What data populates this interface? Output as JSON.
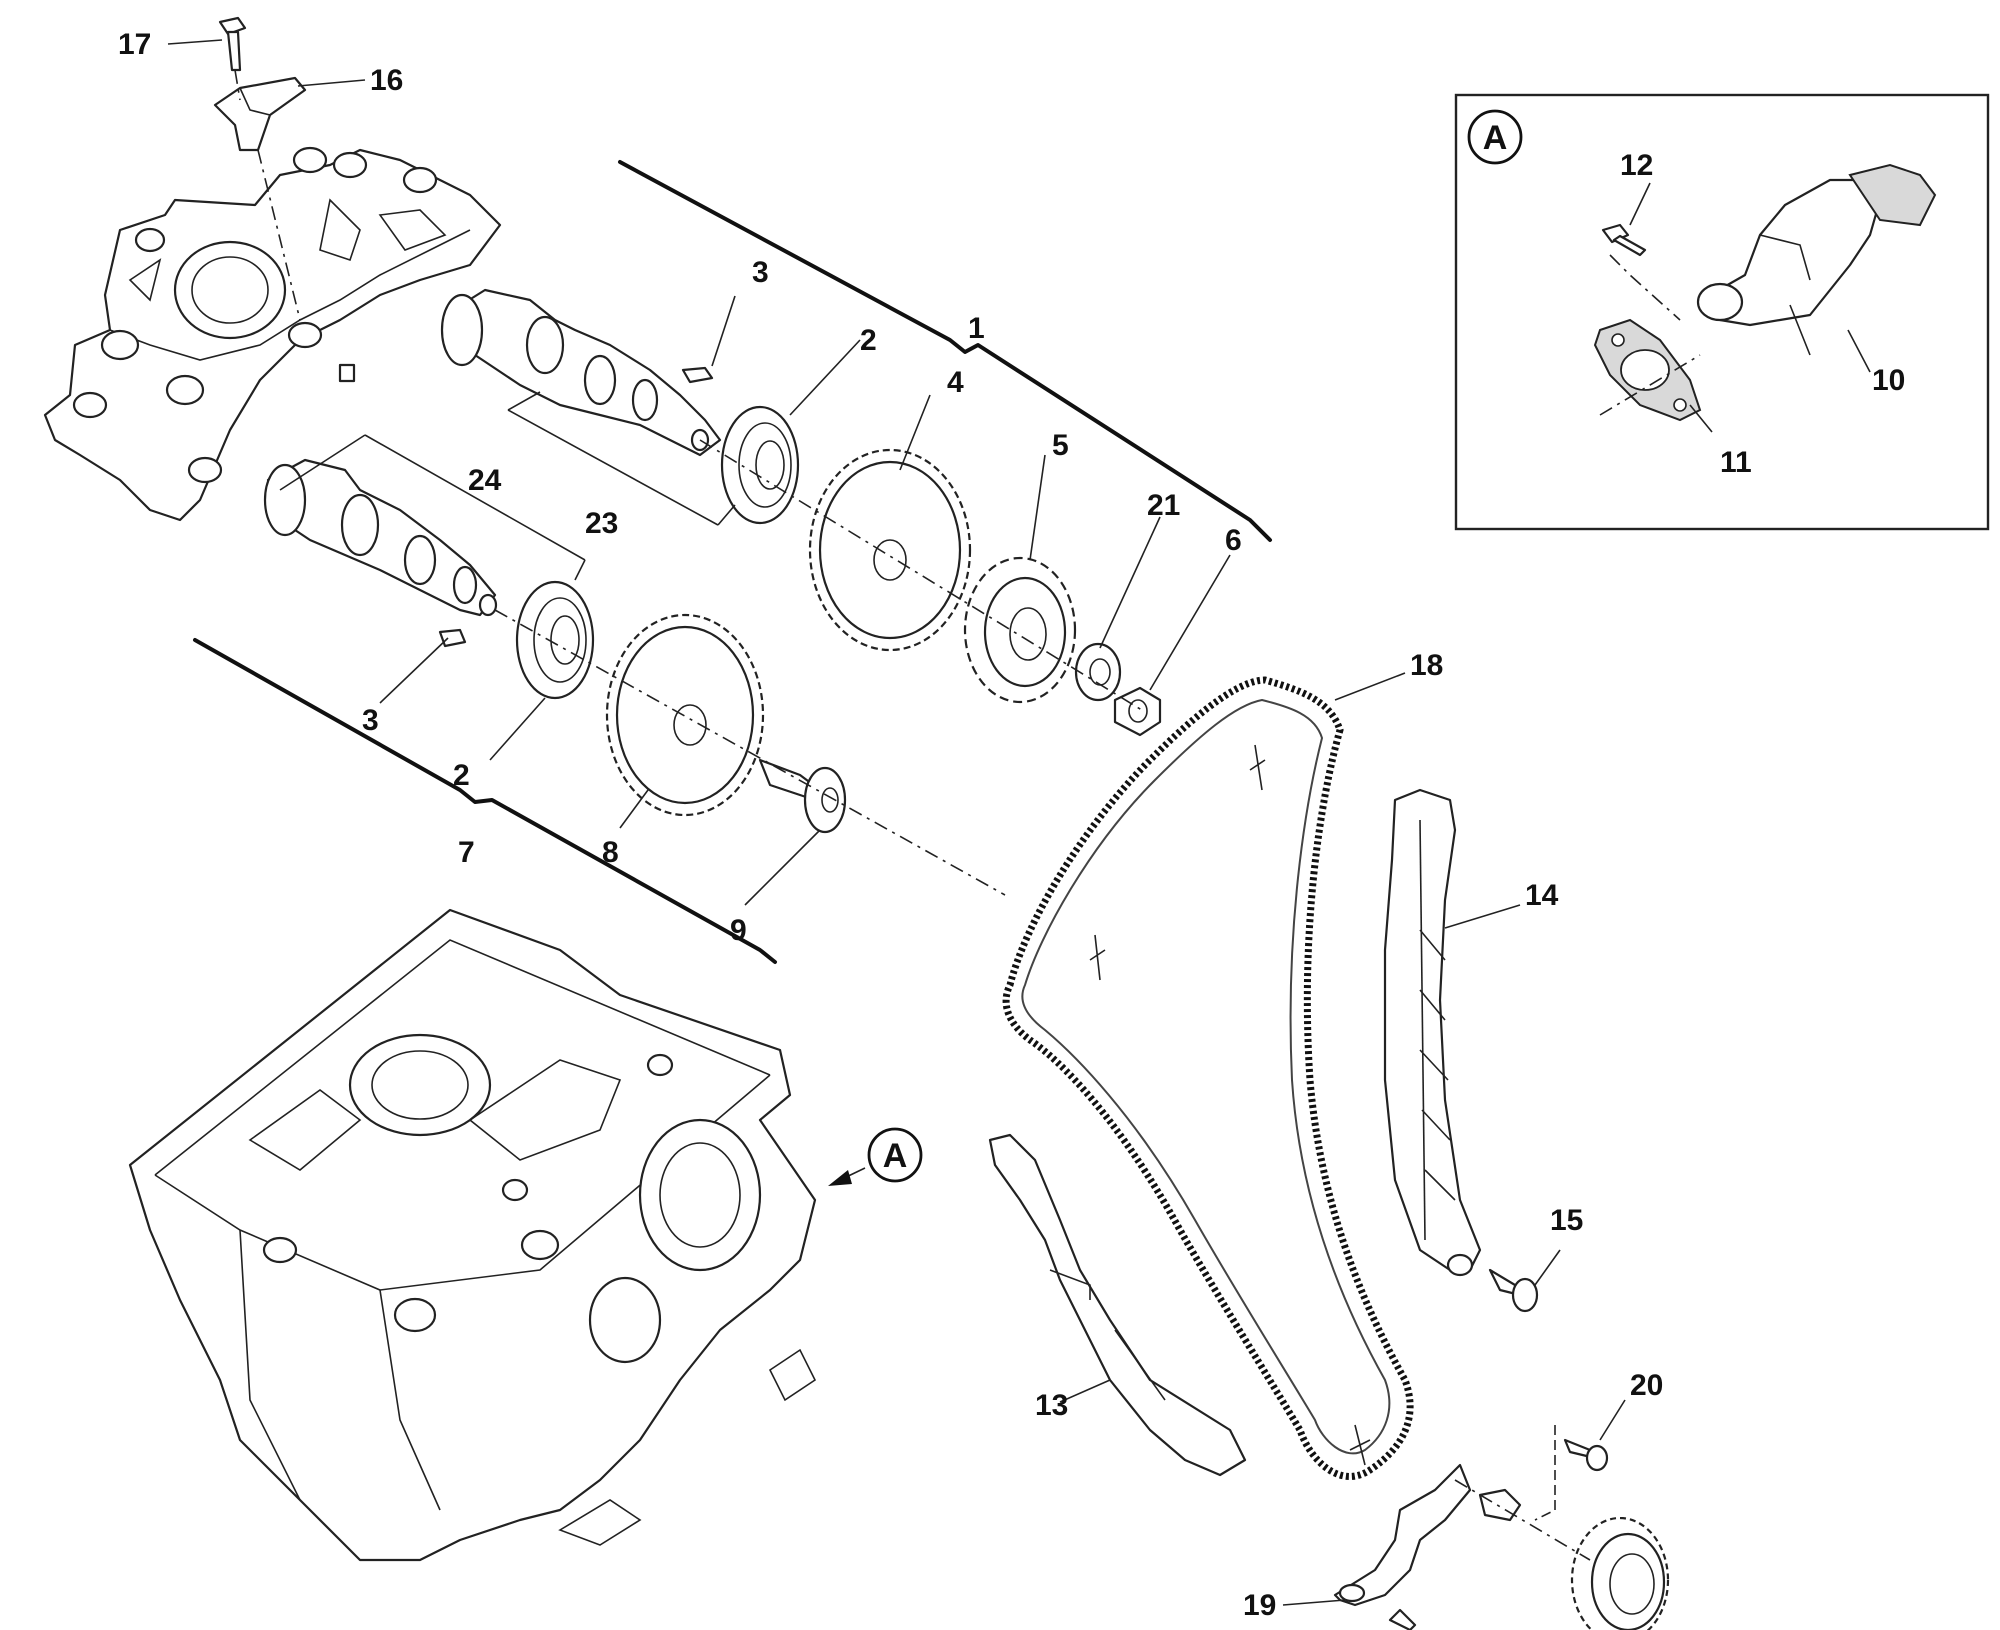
{
  "callouts": {
    "c1": "1",
    "c2a": "2",
    "c2b": "2",
    "c3a": "3",
    "c3b": "3",
    "c4": "4",
    "c5": "5",
    "c6": "6",
    "c7": "7",
    "c8": "8",
    "c9": "9",
    "c10": "10",
    "c11": "11",
    "c12": "12",
    "c13": "13",
    "c14": "14",
    "c15": "15",
    "c16": "16",
    "c17": "17",
    "c18": "18",
    "c19": "19",
    "c20": "20",
    "c21": "21",
    "c23": "23",
    "c24": "24"
  },
  "detail": {
    "inset_letter": "A",
    "view_letter": "A"
  }
}
